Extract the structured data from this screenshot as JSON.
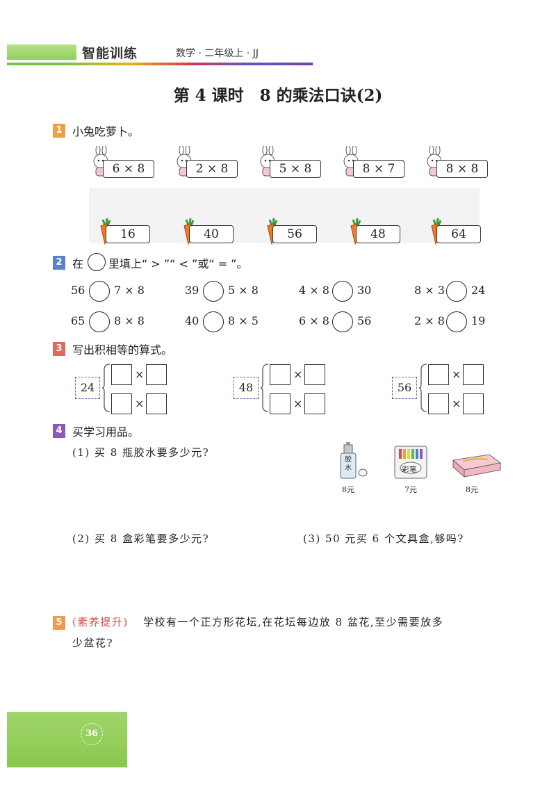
{
  "header": {
    "brand": "智能训练",
    "subtitle": "数学 · 二年级上 · JJ",
    "colors": {
      "green": "#8fcf5a",
      "orange": "#f0a040",
      "blue": "#5a7fd0",
      "red": "#e06a5a",
      "purple": "#8a5ab8",
      "gold": "#f09a4a"
    }
  },
  "lesson_title": "第 4 课时　8 的乘法口诀(2)",
  "q1": {
    "num": "1",
    "text": "小兔吃萝卜。",
    "rabbits": [
      "6 × 8",
      "2 × 8",
      "5 × 8",
      "8 × 7",
      "8 × 8"
    ],
    "carrots": [
      "16",
      "40",
      "56",
      "48",
      "64"
    ]
  },
  "q2": {
    "num": "2",
    "text_a": "在",
    "text_b": "里填上“ > ”“ < ”或“ = ”。",
    "rows": [
      [
        {
          "l": "56",
          "r": "7 × 8"
        },
        {
          "l": "39",
          "r": "5 × 8"
        },
        {
          "l": "4 × 8",
          "r": "30"
        },
        {
          "l": "8 × 3",
          "r": "24"
        }
      ],
      [
        {
          "l": "65",
          "r": "8 × 8"
        },
        {
          "l": "40",
          "r": "8 × 5"
        },
        {
          "l": "6 × 8",
          "r": "56"
        },
        {
          "l": "2 × 8",
          "r": "19"
        }
      ]
    ]
  },
  "q3": {
    "num": "3",
    "text": "写出积相等的算式。",
    "numbers": [
      "24",
      "48",
      "56"
    ],
    "times": "×"
  },
  "q4": {
    "num": "4",
    "text": "买学习用品。",
    "sub1": "(1) 买 8 瓶胶水要多少元?",
    "sub2": "(2) 买 8 盒彩笔要多少元?",
    "sub3": "(3) 50 元买 6 个文具盒,够吗?",
    "items": [
      {
        "label": "胶水",
        "price": "8元"
      },
      {
        "label": "彩笔",
        "price": "7元"
      },
      {
        "label": "",
        "price": "8元"
      }
    ]
  },
  "q5": {
    "num": "5",
    "tag": "(素养提升)",
    "line1": "学校有一个正方形花坛,在花坛每边放 8 盆花,至少需要放多",
    "line2": "少盆花?"
  },
  "footer": {
    "page": "36"
  }
}
